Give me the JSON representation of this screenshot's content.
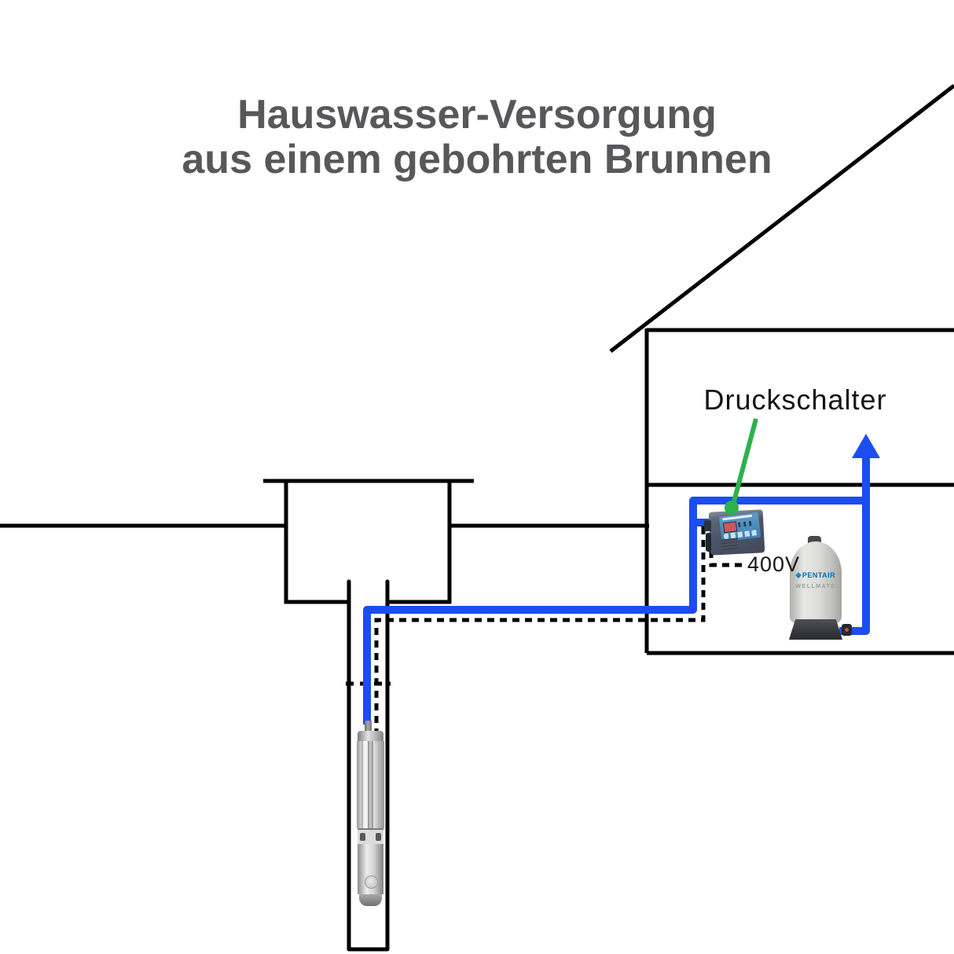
{
  "title": {
    "line1": "Hauswasser-Versorgung",
    "line2": "aus einem gebohrten Brunnen"
  },
  "labels": {
    "pressure_switch": "Druckschalter",
    "voltage": "400V"
  },
  "tank": {
    "brand": "PENTAIR",
    "model": "WELLMATE"
  },
  "colors": {
    "pipe_blue": "#1c4df2",
    "pointer_green": "#2bb24c",
    "title_gray": "#58585a",
    "line_black": "#000000",
    "brand_blue": "#0a6fb0"
  }
}
